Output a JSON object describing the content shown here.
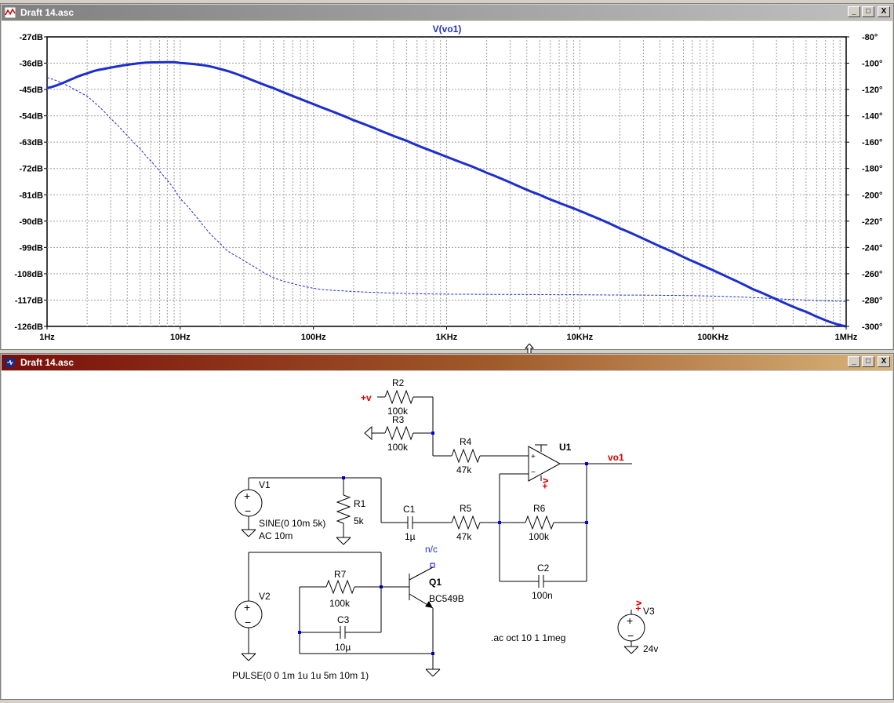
{
  "plot_window": {
    "title": "Draft 14.asc"
  },
  "schematic_window": {
    "title": "Draft 14.asc"
  },
  "window_buttons": {
    "minimize": "_",
    "maximize": "□",
    "close": "X"
  },
  "colors": {
    "trace": "#1c2ed0",
    "phase": "#1c2ed0",
    "grid": "#a0a0a0",
    "net_label": "#e00000",
    "nc_label": "#2030c0"
  },
  "chart_data": {
    "type": "line",
    "title": "V(vo1)",
    "x_scale": "log",
    "xlim": [
      1,
      1000000
    ],
    "x_ticks": [
      "1Hz",
      "10Hz",
      "100Hz",
      "1KHz",
      "10KHz",
      "100KHz",
      "1MHz"
    ],
    "ylim_left": [
      -126,
      -27
    ],
    "y_ticks_left": [
      "-27dB",
      "-36dB",
      "-45dB",
      "-54dB",
      "-63dB",
      "-72dB",
      "-81dB",
      "-90dB",
      "-99dB",
      "-108dB",
      "-117dB",
      "-126dB"
    ],
    "ylim_right": [
      -300,
      -80
    ],
    "y_ticks_right": [
      "-80°",
      "-100°",
      "-120°",
      "-140°",
      "-160°",
      "-180°",
      "-200°",
      "-220°",
      "-240°",
      "-260°",
      "-280°",
      "-300°"
    ],
    "grid": true,
    "series": [
      {
        "name": "V(vo1)",
        "style": "solid",
        "axis": "left",
        "x": [
          1,
          2,
          3,
          5,
          7,
          10,
          20,
          50,
          100,
          200,
          500,
          1000,
          2000,
          5000,
          10000,
          20000,
          50000,
          100000,
          200000,
          500000,
          1000000
        ],
        "y": [
          -44.5,
          -39.5,
          -37.5,
          -36,
          -35.7,
          -35.9,
          -38,
          -44.5,
          -50,
          -55.5,
          -62.5,
          -68,
          -73.5,
          -81,
          -86.5,
          -92.5,
          -100.5,
          -106.8,
          -113.3,
          -121,
          -126
        ]
      },
      {
        "name": "phase",
        "style": "dashed",
        "axis": "right",
        "x": [
          1,
          2,
          3,
          5,
          7,
          10,
          20,
          30,
          50,
          100,
          200,
          500,
          1000,
          10000,
          100000,
          1000000
        ],
        "y": [
          -111,
          -125,
          -142,
          -165,
          -182,
          -203,
          -237,
          -250,
          -263,
          -271,
          -273.5,
          -275,
          -275.5,
          -276,
          -277,
          -281
        ]
      }
    ]
  },
  "schematic": {
    "components": [
      {
        "ref": "R2",
        "value": "100k"
      },
      {
        "ref": "R3",
        "value": "100k"
      },
      {
        "ref": "R4",
        "value": "47k"
      },
      {
        "ref": "U1",
        "value": ""
      },
      {
        "ref": "V1",
        "value": "SINE(0 10m 5k)",
        "extra": "AC 10m"
      },
      {
        "ref": "R1",
        "value": "5k"
      },
      {
        "ref": "C1",
        "value": "1µ"
      },
      {
        "ref": "R5",
        "value": "47k"
      },
      {
        "ref": "R6",
        "value": "100k"
      },
      {
        "ref": "C2",
        "value": "100n"
      },
      {
        "ref": "V2",
        "value": "PULSE(0 0 1m 1u 1u 5m 10m 1)"
      },
      {
        "ref": "R7",
        "value": "100k"
      },
      {
        "ref": "C3",
        "value": "10µ"
      },
      {
        "ref": "Q1",
        "value": "BC549B"
      },
      {
        "ref": "V3",
        "value": "24v"
      }
    ],
    "net_labels": {
      "plus_v": "+v",
      "vo1": "vo1",
      "nc": "n/c"
    },
    "directive": ".ac oct 10 1 1meg"
  }
}
